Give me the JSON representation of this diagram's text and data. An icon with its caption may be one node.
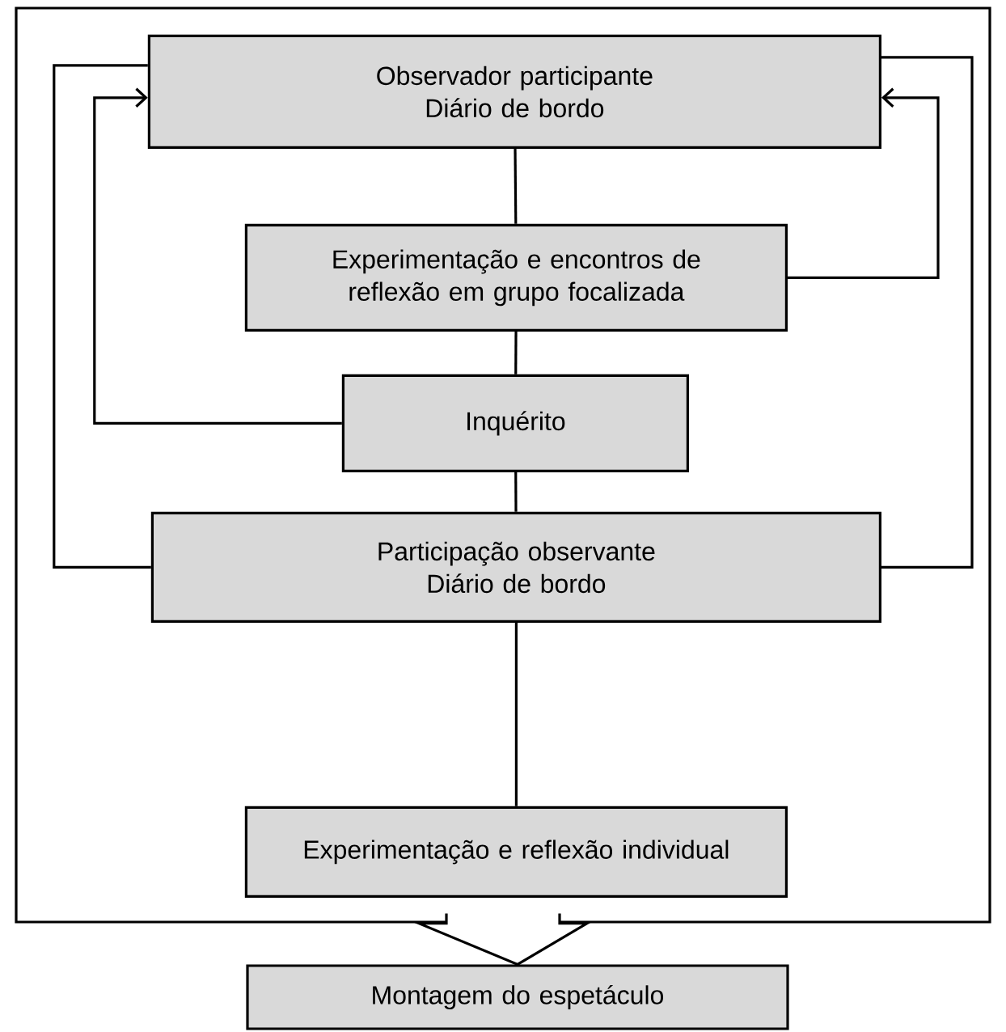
{
  "diagram": {
    "nodes": [
      {
        "text": [],
        "shape": "box"
      },
      {
        "text": [
          "Observador participante",
          "Diário de bordo"
        ],
        "in": 0
      },
      {
        "text": [
          "Experimentação e encontros de reflexão em grupo focalizada"
        ],
        "in": 0
      },
      {
        "text": [
          "Inquérito"
        ],
        "in": 0
      },
      {
        "text": [
          "Participação observante",
          "Diário de bordo"
        ],
        "in": 0
      },
      {
        "text": [
          "Experimentação e reflexão individual"
        ],
        "in": 0
      },
      {
        "text": [
          "Montagem do espetáculo"
        ]
      }
    ],
    "edges": [
      {
        "from": 1,
        "to": 2,
        "arrow": "none"
      },
      {
        "from": 2,
        "to": 3,
        "arrow": "none"
      },
      {
        "from": 3,
        "to": 4,
        "arrow": "none"
      },
      {
        "from": 4,
        "to": 5,
        "arrow": "none"
      },
      {
        "from": 2,
        "to": 1,
        "arrow": "to"
      },
      {
        "from": 3,
        "to": 1,
        "arrow": "to"
      },
      {
        "from": 4,
        "to": 1,
        "arrow": "none"
      },
      {
        "from": 4,
        "to": 1,
        "arrow": "none"
      },
      {
        "from": 0,
        "to": 6,
        "arrow": "to"
      }
    ]
  }
}
